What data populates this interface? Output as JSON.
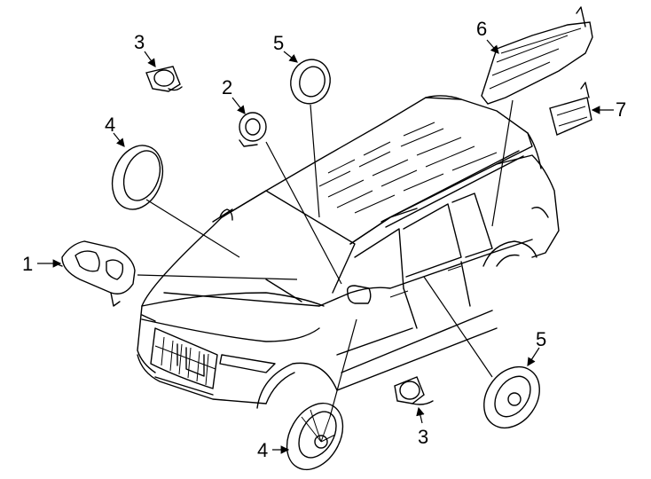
{
  "callouts": {
    "c1": "1",
    "c2": "2",
    "c3_top": "3",
    "c3_bottom": "3",
    "c4_top": "4",
    "c4_bottom": "4",
    "c5_top": "5",
    "c5_bottom": "5",
    "c6": "6",
    "c7": "7"
  },
  "colors": {
    "line": "#000000",
    "background": "#ffffff"
  }
}
